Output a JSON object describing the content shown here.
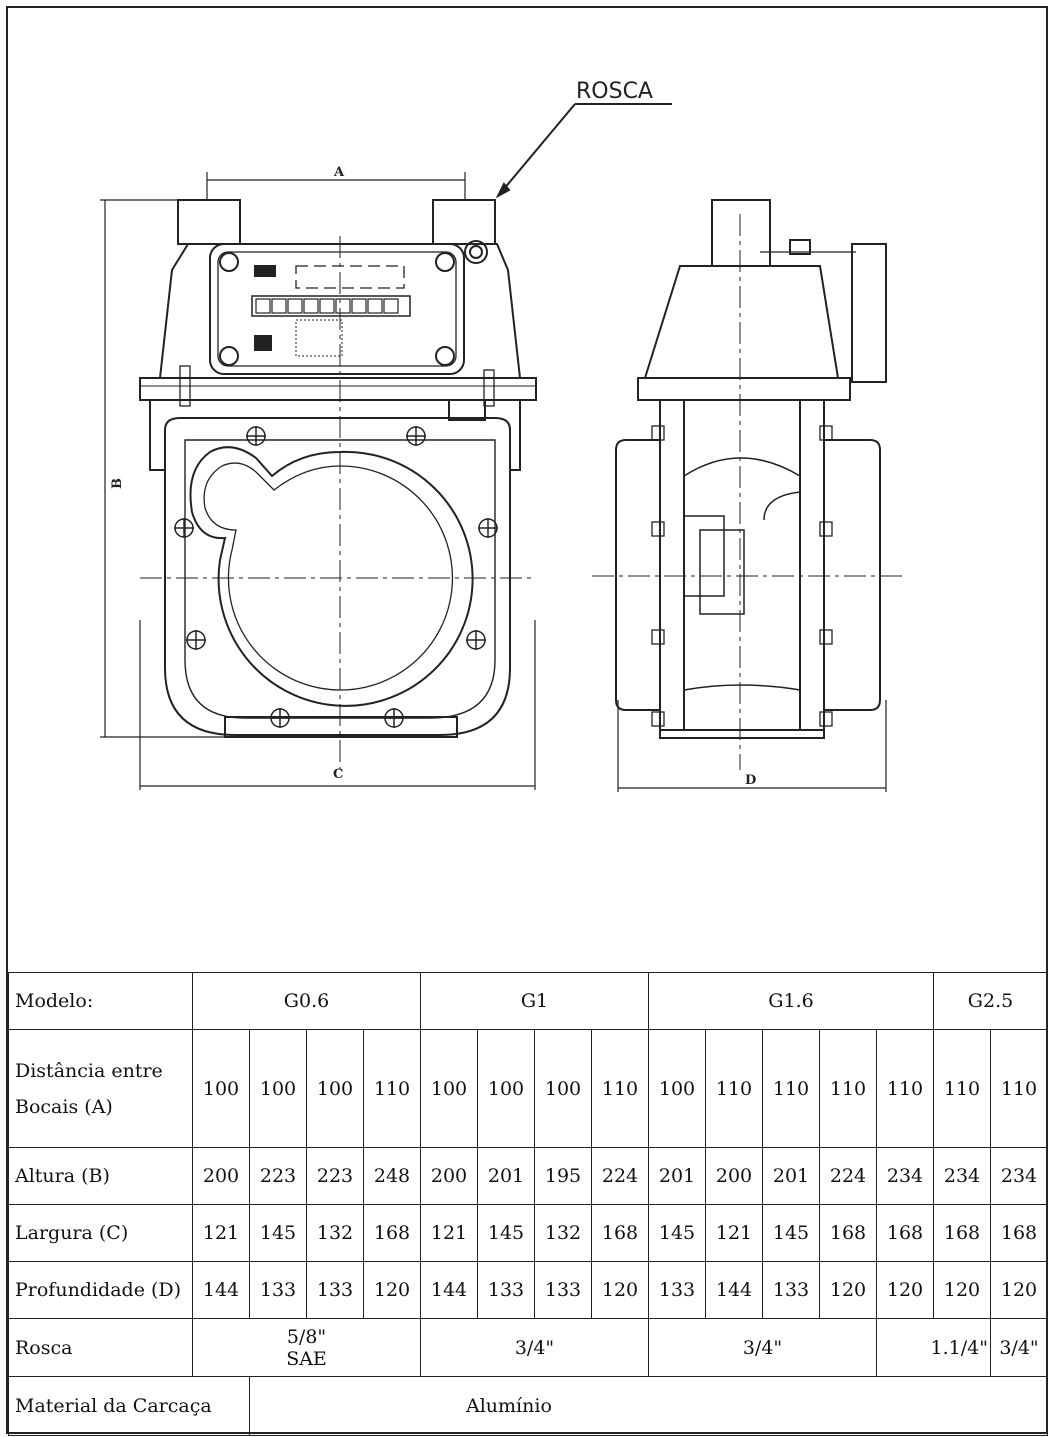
{
  "drawing": {
    "rosca_callout": "ROSCA",
    "dim_a": "A",
    "dim_b": "B",
    "dim_c": "C",
    "dim_d": "D"
  },
  "table": {
    "row_labels": {
      "modelo": "Modelo:",
      "distancia_line1": "Distância entre",
      "distancia_line2": "Bocais (A)",
      "altura": "Altura (B)",
      "largura": "Largura (C)",
      "profundidade": "Profundidade (D)",
      "rosca": "Rosca",
      "material": "Material da Carcaça"
    },
    "models": [
      "G0.6",
      "G1",
      "G1.6",
      "G2.5"
    ],
    "distancia": [
      "100",
      "100",
      "100",
      "110",
      "100",
      "100",
      "100",
      "110",
      "100",
      "110",
      "110",
      "110",
      "110",
      "110",
      "110"
    ],
    "altura": [
      "200",
      "223",
      "223",
      "248",
      "200",
      "201",
      "195",
      "224",
      "201",
      "200",
      "201",
      "224",
      "234",
      "234",
      "234"
    ],
    "largura": [
      "121",
      "145",
      "132",
      "168",
      "121",
      "145",
      "132",
      "168",
      "145",
      "121",
      "145",
      "168",
      "168",
      "168",
      "168"
    ],
    "profundidade": [
      "144",
      "133",
      "133",
      "120",
      "144",
      "133",
      "133",
      "120",
      "133",
      "144",
      "133",
      "120",
      "120",
      "120",
      "120"
    ],
    "rosca": {
      "g06_line1": "5/8\"",
      "g06_line2": "SAE",
      "g1": "3/4\"",
      "g16": "3/4\"",
      "g25a": "1.1/4\"",
      "g25b": "3/4\""
    },
    "material": "Alumínio"
  }
}
